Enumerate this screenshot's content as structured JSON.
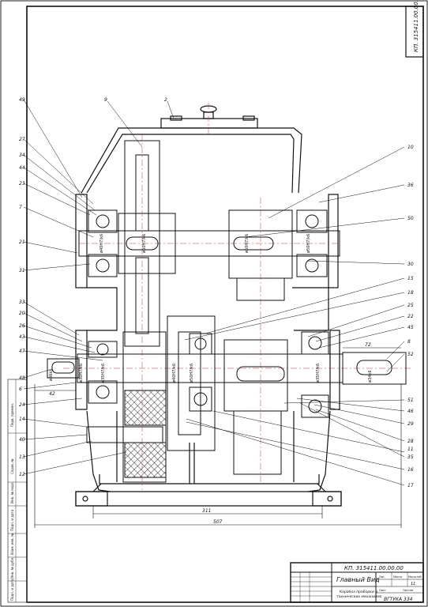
{
  "drawing": {
    "code_rotated": "КП. 315411.00.00.00",
    "title_block": {
      "code": "КП. 315411.00.00.00",
      "view_title": "Главный Вид",
      "description_line1": "Коробка проборки и",
      "description_line2": "тахнических механизмо",
      "institution": "ВГТУКА 334",
      "sheet_number": "11",
      "scale_label": "Масштаб",
      "mass_label": "Масса",
      "lit_label": "Лит.",
      "sheet_label": "Лист",
      "sheets_label": "Листов"
    },
    "callouts": [
      "49",
      "27",
      "34",
      "44",
      "23",
      "7",
      "21",
      "31",
      "33",
      "20",
      "26",
      "43",
      "47",
      "48",
      "6",
      "24",
      "14",
      "40",
      "13",
      "12",
      "9",
      "2",
      "10",
      "36",
      "50",
      "30",
      "15",
      "18",
      "25",
      "22",
      "45",
      "8",
      "52",
      "51",
      "46",
      "29",
      "28",
      "11",
      "35",
      "16",
      "17"
    ],
    "dimensions": {
      "d311": "311",
      "d507": "507",
      "d42": "42",
      "d72": "72",
      "fit_a": "ø40Н7/k6",
      "fit_b": "ø50Н7/k6",
      "fit_c": "ø50Н7/k6",
      "fit_d": "ø50Н7/k6",
      "fit_e": "ø36k6",
      "fit_f": "ø30Н7/k6",
      "fit_g": "ø35Н7/k6",
      "fit_h": "ø40Н7/k6",
      "fit_i": "ø50Н7/k6",
      "fit_j": "ø35Н7/k6",
      "fit_k": "ø34k6"
    },
    "left_strip": [
      "Перв. примен.",
      "Справ. №",
      "Подп. и дата",
      "Инв. № дубл.",
      "Взам. инв. №",
      "Подп. и дата",
      "Инв. № подл."
    ]
  }
}
